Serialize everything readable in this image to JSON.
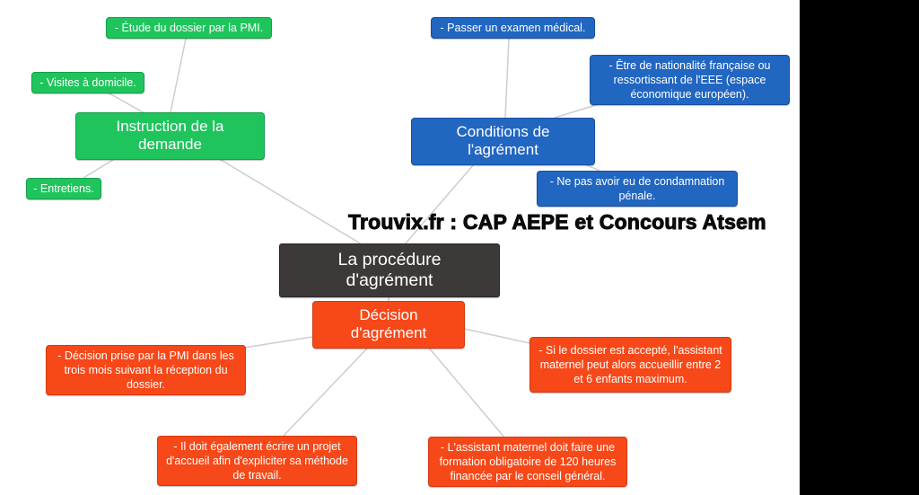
{
  "watermark": {
    "text": "Trouvix.fr : CAP AEPE et Concours Atsem"
  },
  "colors": {
    "green": "#1fc55c",
    "blue": "#2166c1",
    "red": "#f64818",
    "dark": "#3d3938",
    "line": "#cdcdcd",
    "sidebar": "#000000"
  },
  "nodes": {
    "root": "La procédure d'agrément",
    "instruction": "Instruction de la demande",
    "etude": "- Étude du dossier par la PMI.",
    "visites": "- Visites à domicile.",
    "entretiens": "- Entretiens.",
    "conditions": "Conditions de l'agrément",
    "examen": "- Passer un examen médical.",
    "nationalite": "- Être de nationalité française ou ressortissant de l'EEE (espace économique européen).",
    "condamnation": "- Ne pas avoir eu de condamnation pénale.",
    "decision": "Décision d'agrément",
    "decision_pmi": "- Décision prise par la PMI dans les trois mois suivant la réception du dossier.",
    "si_dossier": "- Si le dossier est accepté, l'assistant maternel peut alors accueillir entre 2 et 6 enfants maximum.",
    "projet": "- Il doit également écrire un projet d'accueil afin d'expliciter sa méthode de travail.",
    "formation": "- L'assistant maternel doit faire une formation obligatoire de 120 heures financée par le conseil général."
  },
  "edges": [
    {
      "from": "instruction",
      "to": "etude"
    },
    {
      "from": "instruction",
      "to": "visites"
    },
    {
      "from": "instruction",
      "to": "entretiens"
    },
    {
      "from": "root",
      "to": "instruction"
    },
    {
      "from": "conditions",
      "to": "examen"
    },
    {
      "from": "conditions",
      "to": "nationalite"
    },
    {
      "from": "conditions",
      "to": "condamnation"
    },
    {
      "from": "root",
      "to": "conditions"
    },
    {
      "from": "root",
      "to": "decision"
    },
    {
      "from": "decision",
      "to": "decision_pmi"
    },
    {
      "from": "decision",
      "to": "projet"
    },
    {
      "from": "decision",
      "to": "formation"
    },
    {
      "from": "decision",
      "to": "si_dossier"
    }
  ]
}
